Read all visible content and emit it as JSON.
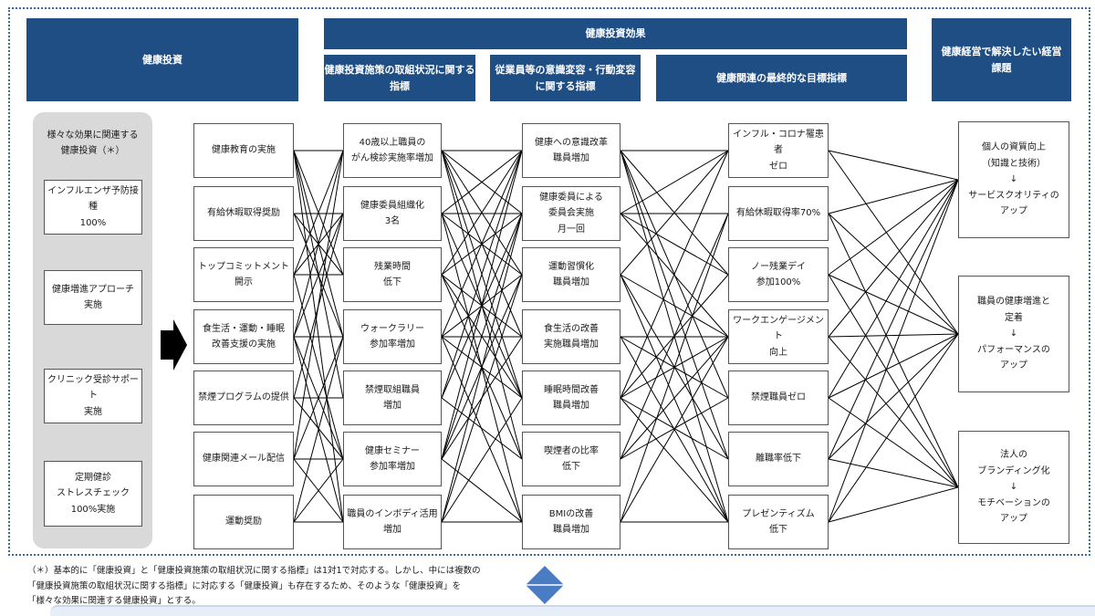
{
  "headers": {
    "kenko_toshi": "健康投資",
    "kouka": "健康投資効果",
    "col2": "健康投資施策の取組状況に関する\n指標",
    "col3": "従業員等の意識変容・行動変容\nに関する指標",
    "col4": "健康関連の最終的な目標指標",
    "col5": "健康経営で解決したい経営\n課題"
  },
  "panel": {
    "title": "様々な効果に関連する\n健康投資（＊）",
    "items": [
      "インフルエンザ予防接種\n100%",
      "健康増進アプローチ\n実施",
      "クリニック受診サポート\n実施",
      "定期健診\nストレスチェック\n100%実施"
    ]
  },
  "col1": [
    "健康教育の実施",
    "有給休暇取得奨励",
    "トップコミットメント\n開示",
    "食生活・運動・睡眠\n改善支援の実施",
    "禁煙プログラムの提供",
    "健康関連メール配信",
    "運動奨励"
  ],
  "col2": [
    "40歳以上職員の\nがん検診実施率増加",
    "健康委員組織化\n3名",
    "残業時間\n低下",
    "ウォークラリー\n参加率増加",
    "禁煙取組職員\n増加",
    "健康セミナー\n参加率増加",
    "職員のインボディ活用\n増加"
  ],
  "col3": [
    "健康への意識改革\n職員増加",
    "健康委員による\n委員会実施\n月一回",
    "運動習慣化\n職員増加",
    "食生活の改善\n実施職員増加",
    "睡眠時間改善\n職員増加",
    "喫煙者の比率\n低下",
    "BMIの改善\n職員増加"
  ],
  "col4": [
    "インフル・コロナ罹患者\nゼロ",
    "有給休暇取得率70%",
    "ノー残業デイ\n参加100%",
    "ワークエンゲージメント\n向上",
    "禁煙職員ゼロ",
    "離職率低下",
    "プレゼンティズム\n低下"
  ],
  "col5": [
    "個人の資質向上\n（知識と技術）\n↓\nサービスクオリティの\nアップ",
    "職員の健康増進と\n定着\n↓\nパフォーマンスの\nアップ",
    "法人の\nブランディング化\n↓\nモチベーションの\nアップ"
  ],
  "note": "（＊）基本的に「健康投資」と「健康投資施策の取組状況に関する指標」は1対1で対応する。しかし、中には複数の「健康投資施策の取組状況に関する指標」に対応する「健康投資」も存在するため、そのような「健康投資」を「様々な効果に関連する健康投資」とする。",
  "connections": {
    "c1_c2": [
      [
        0,
        0
      ],
      [
        0,
        2
      ],
      [
        0,
        3
      ],
      [
        0,
        4
      ],
      [
        0,
        6
      ],
      [
        1,
        1
      ],
      [
        1,
        2
      ],
      [
        1,
        3
      ],
      [
        2,
        0
      ],
      [
        2,
        1
      ],
      [
        2,
        2
      ],
      [
        2,
        5
      ],
      [
        3,
        0
      ],
      [
        3,
        1
      ],
      [
        3,
        3
      ],
      [
        3,
        5
      ],
      [
        3,
        6
      ],
      [
        4,
        1
      ],
      [
        4,
        4
      ],
      [
        4,
        5
      ],
      [
        5,
        0
      ],
      [
        5,
        3
      ],
      [
        5,
        5
      ],
      [
        5,
        6
      ],
      [
        6,
        3
      ],
      [
        6,
        5
      ],
      [
        6,
        6
      ]
    ],
    "c2_c3": [
      [
        0,
        0
      ],
      [
        0,
        1
      ],
      [
        0,
        2
      ],
      [
        0,
        3
      ],
      [
        0,
        4
      ],
      [
        0,
        5
      ],
      [
        1,
        0
      ],
      [
        1,
        1
      ],
      [
        1,
        2
      ],
      [
        1,
        4
      ],
      [
        1,
        6
      ],
      [
        2,
        0
      ],
      [
        2,
        1
      ],
      [
        2,
        3
      ],
      [
        2,
        4
      ],
      [
        2,
        5
      ],
      [
        3,
        0
      ],
      [
        3,
        2
      ],
      [
        3,
        3
      ],
      [
        3,
        4
      ],
      [
        3,
        6
      ],
      [
        4,
        0
      ],
      [
        4,
        1
      ],
      [
        4,
        5
      ],
      [
        5,
        0
      ],
      [
        5,
        1
      ],
      [
        5,
        2
      ],
      [
        5,
        3
      ],
      [
        5,
        6
      ],
      [
        6,
        1
      ],
      [
        6,
        2
      ],
      [
        6,
        4
      ],
      [
        6,
        6
      ]
    ],
    "c3_c4": [
      [
        0,
        0
      ],
      [
        0,
        2
      ],
      [
        0,
        4
      ],
      [
        0,
        5
      ],
      [
        0,
        6
      ],
      [
        1,
        0
      ],
      [
        1,
        1
      ],
      [
        1,
        2
      ],
      [
        1,
        3
      ],
      [
        2,
        0
      ],
      [
        2,
        3
      ],
      [
        2,
        5
      ],
      [
        2,
        6
      ],
      [
        3,
        3
      ],
      [
        3,
        4
      ],
      [
        3,
        6
      ],
      [
        4,
        0
      ],
      [
        4,
        2
      ],
      [
        4,
        3
      ],
      [
        4,
        5
      ],
      [
        4,
        6
      ],
      [
        5,
        1
      ],
      [
        5,
        3
      ],
      [
        5,
        4
      ],
      [
        6,
        1
      ],
      [
        6,
        3
      ],
      [
        6,
        6
      ]
    ],
    "c4_c5": [
      [
        0,
        0
      ],
      [
        0,
        1
      ],
      [
        1,
        0
      ],
      [
        1,
        1
      ],
      [
        1,
        2
      ],
      [
        2,
        0
      ],
      [
        2,
        1
      ],
      [
        2,
        2
      ],
      [
        3,
        0
      ],
      [
        3,
        1
      ],
      [
        3,
        2
      ],
      [
        4,
        0
      ],
      [
        4,
        1
      ],
      [
        4,
        2
      ],
      [
        5,
        0
      ],
      [
        5,
        1
      ],
      [
        5,
        2
      ],
      [
        6,
        0
      ],
      [
        6,
        1
      ],
      [
        6,
        2
      ]
    ]
  }
}
